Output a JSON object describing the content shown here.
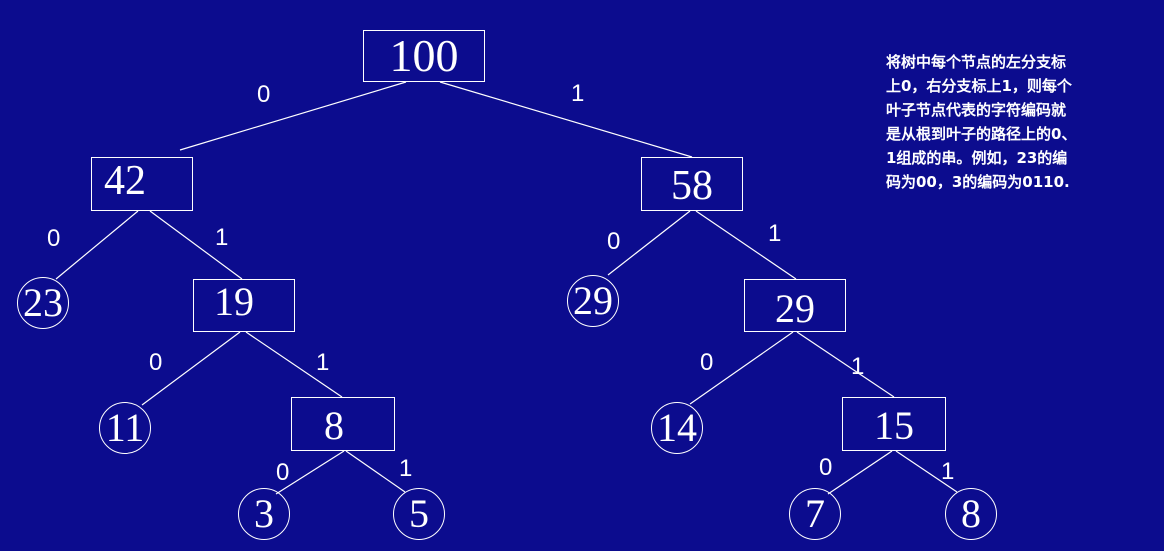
{
  "tree": {
    "nodes": {
      "root": "100",
      "n42": "42",
      "n58": "58",
      "leaf23": "23",
      "n19": "19",
      "leaf29a": "29",
      "n29": "29",
      "leaf11": "11",
      "n8": "8",
      "leaf14": "14",
      "n15": "15",
      "leaf3": "3",
      "leaf5": "5",
      "leaf7": "7",
      "leaf8": "8"
    },
    "edge_labels": {
      "root_left": "0",
      "root_right": "1",
      "n42_left": "0",
      "n42_right": "1",
      "n58_left": "0",
      "n58_right": "1",
      "n19_left": "0",
      "n19_right": "1",
      "n29_left": "0",
      "n29_right": "1",
      "n8_left": "0",
      "n8_right": "1",
      "n15_left": "0",
      "n15_right": "1"
    }
  },
  "note": {
    "line1": "将树中每个节点的左分支标",
    "line2": "上0，右分支标上1，则每个",
    "line3": "叶子节点代表的字符编码就",
    "line4": "是从根到叶子的路径上的0、",
    "line5": "1组成的串。例如，23的编",
    "line6": "码为00，3的编码为0110."
  },
  "colors": {
    "background": "#0c0c8e",
    "foreground": "#ffffff"
  }
}
